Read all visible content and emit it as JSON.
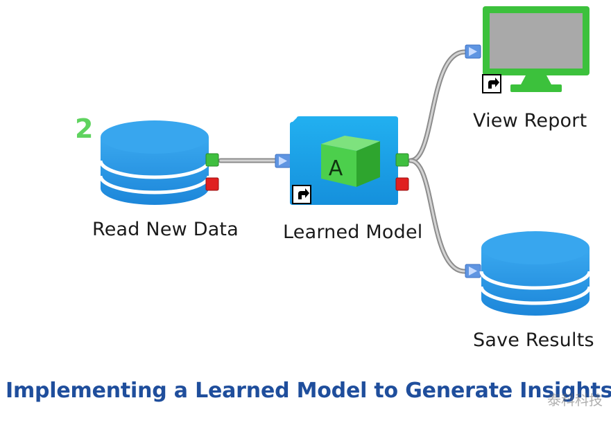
{
  "diagram": {
    "step_number": "2",
    "nodes": {
      "read_new_data": {
        "label": "Read New Data"
      },
      "learned_model": {
        "label": "Learned Model",
        "badge_letter": "A"
      },
      "view_report": {
        "label": "View Report"
      },
      "save_results": {
        "label": "Save Results"
      }
    },
    "caption": "Implementing a Learned Model to Generate Insights",
    "watermark": "泰科科技"
  },
  "colors": {
    "database_blue": "#1f8fe0",
    "database_stripe": "#ffffff",
    "model_blue": "#1aa3ea",
    "cube_green": "#4ccf4c",
    "monitor_green": "#3cc13c",
    "monitor_screen": "#a9a9a9",
    "port_green": "#3fbf3f",
    "port_red": "#e02020",
    "input_port_blue": "#6aa3e8",
    "connector_gray": "#9a9a9a",
    "caption_blue": "#1f4e9c",
    "step_number_green": "#5fd35f"
  },
  "icons": {
    "database": "database-icon",
    "model": "model-cube-icon",
    "monitor": "monitor-icon",
    "shortcut": "shortcut-arrow-icon"
  }
}
